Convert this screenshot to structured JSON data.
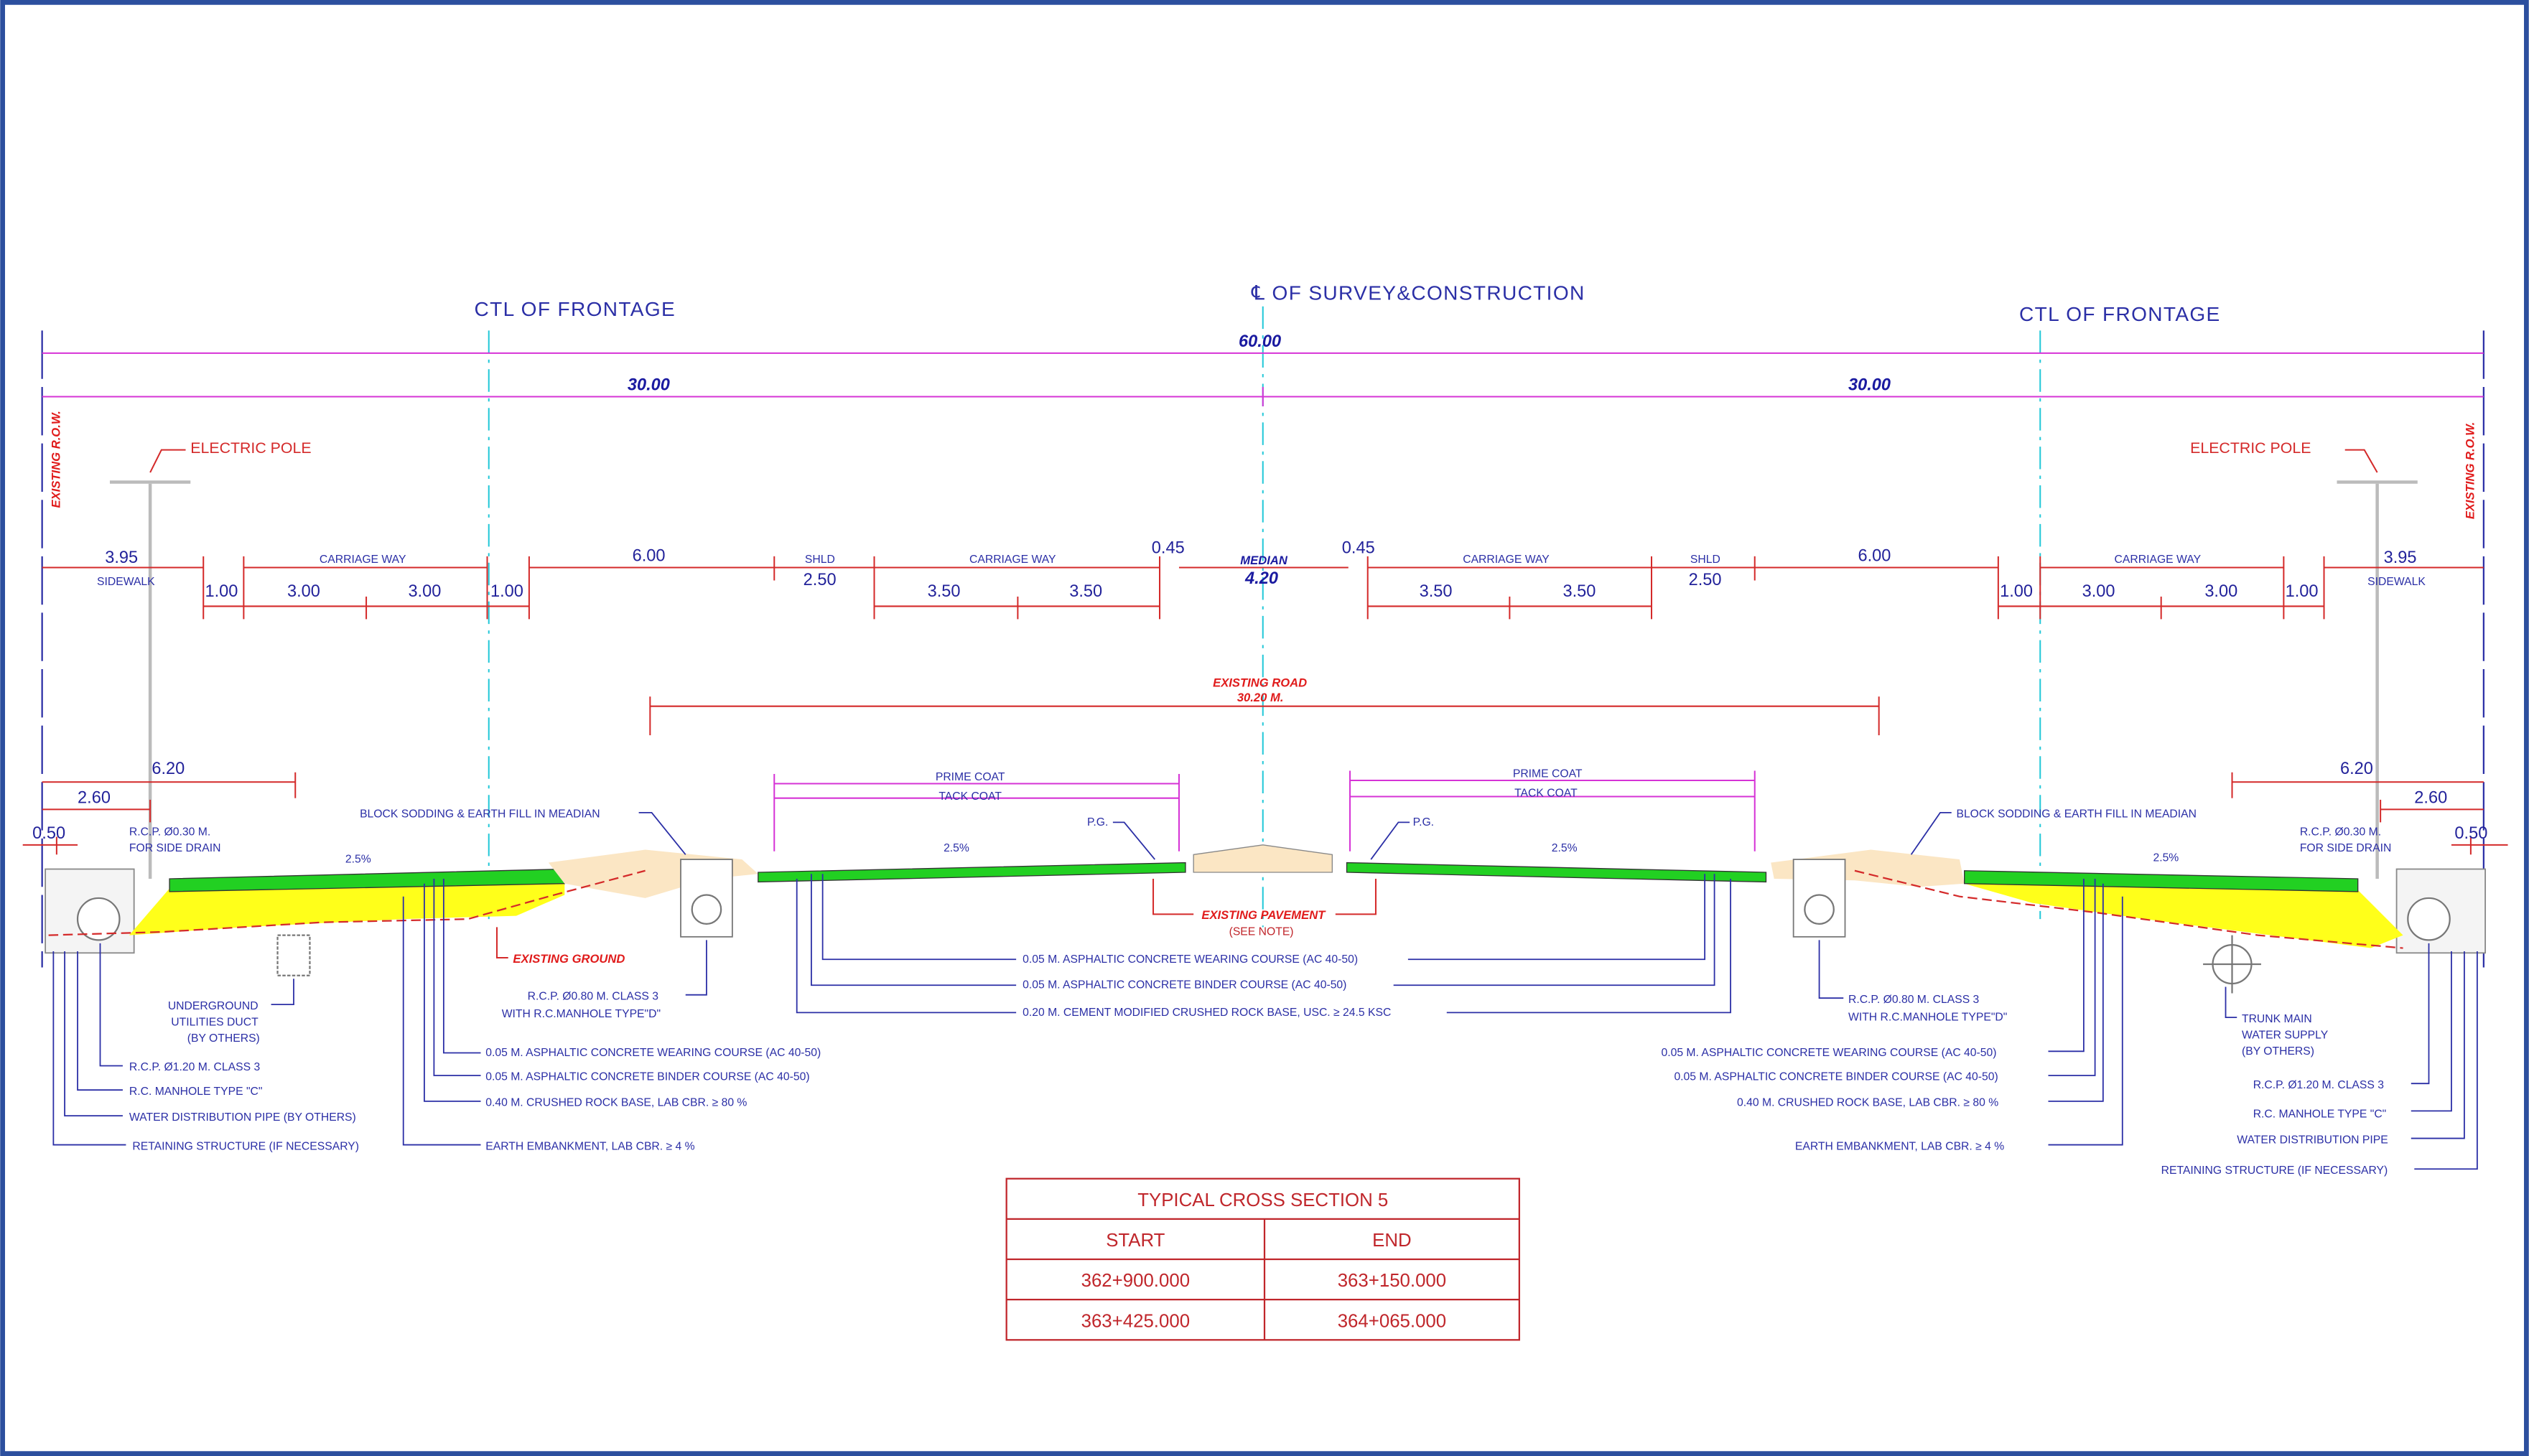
{
  "header": {
    "centerline": "℄ OF SURVEY&CONSTRUCTION",
    "ctl_left": "CTL  OF FRONTAGE",
    "ctl_right": "CTL  OF FRONTAGE",
    "row_left": "EXISTING R.O.W.",
    "row_right": "EXISTING R.O.W.",
    "electric_pole_left": "ELECTRIC POLE",
    "electric_pole_right": "ELECTRIC POLE"
  },
  "dims": {
    "total": "60.00",
    "half_left": "30.00",
    "half_right": "30.00",
    "sidewalk_left": "3.95",
    "sidewalk_right": "3.95",
    "sidewalk_label": "SIDEWALK",
    "carriage_way": "CARRIAGE WAY",
    "shld": "SHLD",
    "shld_width": "2.50",
    "frontage_gap": "6.00",
    "median_label": "MEDIAN",
    "median_width": "4.20",
    "median_offset": "0.45",
    "one": "1.00",
    "three": "3.00",
    "three_half": "3.50",
    "existing_road": "EXISTING ROAD",
    "existing_road_width": "30.20 M.",
    "d620": "6.20",
    "d260": "2.60",
    "d050": "0.50",
    "slope": "2.5%",
    "prime_coat": "PRIME COAT",
    "tack_coat": "TACK COAT",
    "pg": "P.G."
  },
  "labels": {
    "block_sodding": "BLOCK SODDING & EARTH FILL IN MEADIAN",
    "rcp030": "R.C.P. Ø0.30 M.",
    "side_drain": "FOR SIDE DRAIN",
    "existing_ground": "EXISTING GROUND",
    "existing_pavement": "EXISTING PAVEMENT",
    "see_note": "(SEE NOTE)",
    "rcp080": "R.C.P. Ø0.80 M. CLASS 3",
    "manhole_d": "WITH R.C.MANHOLE TYPE\"D\"",
    "duct1": "UNDERGROUND",
    "duct2": "UTILITIES DUCT",
    "duct3": "(BY OTHERS)",
    "trunk1": "TRUNK MAIN",
    "trunk2": "WATER SUPPLY",
    "trunk3": "(BY OTHERS)",
    "rcp120": "R.C.P. Ø1.20 M. CLASS 3",
    "manhole_c": "R.C. MANHOLE TYPE \"C\"",
    "water_pipe_left": "WATER DISTRIBUTION PIPE (BY OTHERS)",
    "water_pipe_right": "WATER DISTRIBUTION PIPE",
    "retaining": "RETAINING STRUCTURE (IF NECESSARY)",
    "wearing": "0.05 M. ASPHALTIC CONCRETE WEARING COURSE (AC 40-50)",
    "binder": "0.05 M. ASPHALTIC CONCRETE BINDER COURSE (AC 40-50)",
    "crushed": "0.40 M. CRUSHED ROCK BASE,  LAB CBR. ≥ 80 %",
    "embankment": "EARTH EMBANKMENT,  LAB CBR. ≥ 4 %",
    "cement_base": "0.20 M. CEMENT MODIFIED CRUSHED ROCK BASE, USC. ≥ 24.5 KSC"
  },
  "table": {
    "title": "TYPICAL CROSS SECTION 5",
    "headers": [
      "START",
      "END"
    ],
    "rows": [
      [
        "362+900.000",
        "363+150.000"
      ],
      [
        "363+425.000",
        "364+065.000"
      ]
    ]
  },
  "colors": {
    "frame": "#2c4f9e",
    "pavement": "#22d022",
    "embankment": "#ffff1a",
    "median_fill": "#fbe6c4"
  }
}
